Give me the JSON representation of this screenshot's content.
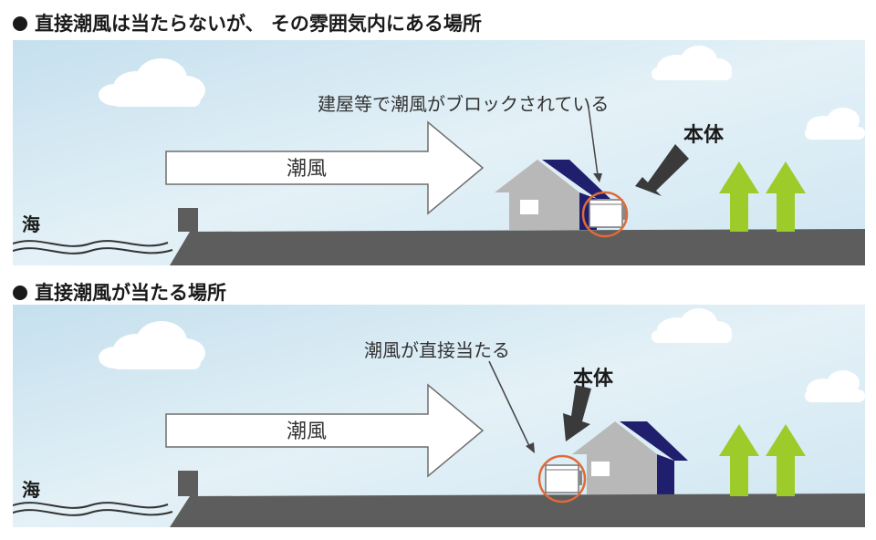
{
  "scenarios": [
    {
      "heading": "直接潮風は当たらないが、 その雰囲気内にある場所",
      "sea_label": "海",
      "wind_label": "潮風",
      "callout": "建屋等で潮風がブロックされている",
      "unit_label": "本体"
    },
    {
      "heading": "直接潮風が当たる場所",
      "sea_label": "海",
      "wind_label": "潮風",
      "callout": "潮風が直接当たる",
      "unit_label": "本体"
    }
  ],
  "colors": {
    "sky_top": "#cfe6f2",
    "ground": "#5d5d5d",
    "house_wall": "#b8b8b8",
    "house_roof": "#1f1f6e",
    "tree": "#9ccb2a",
    "highlight_circle": "#e06a3a",
    "sea_wave": "#333333"
  }
}
